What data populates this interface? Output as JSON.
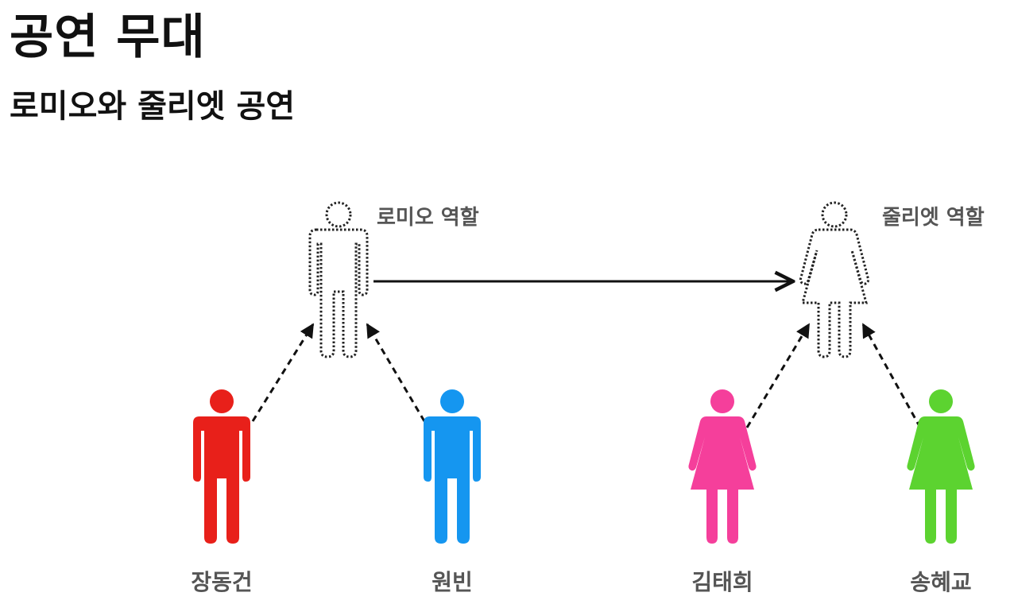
{
  "header": {
    "title": "공연 무대",
    "subtitle": "로미오와 줄리엣 공연"
  },
  "roles": [
    {
      "id": "romeo",
      "label": "로미오 역할",
      "figure": "male"
    },
    {
      "id": "juliet",
      "label": "줄리엣 역할",
      "figure": "female"
    }
  ],
  "actors": [
    {
      "name": "장동건",
      "figure": "male",
      "color": "#e8201a",
      "role": "romeo"
    },
    {
      "name": "원빈",
      "figure": "male",
      "color": "#1596f0",
      "role": "romeo"
    },
    {
      "name": "김태희",
      "figure": "female",
      "color": "#f53f9b",
      "role": "juliet"
    },
    {
      "name": "송혜교",
      "figure": "female",
      "color": "#5cd330",
      "role": "juliet"
    }
  ],
  "colors": {
    "text": "#111111",
    "label": "#555555",
    "outline": "#222222"
  }
}
